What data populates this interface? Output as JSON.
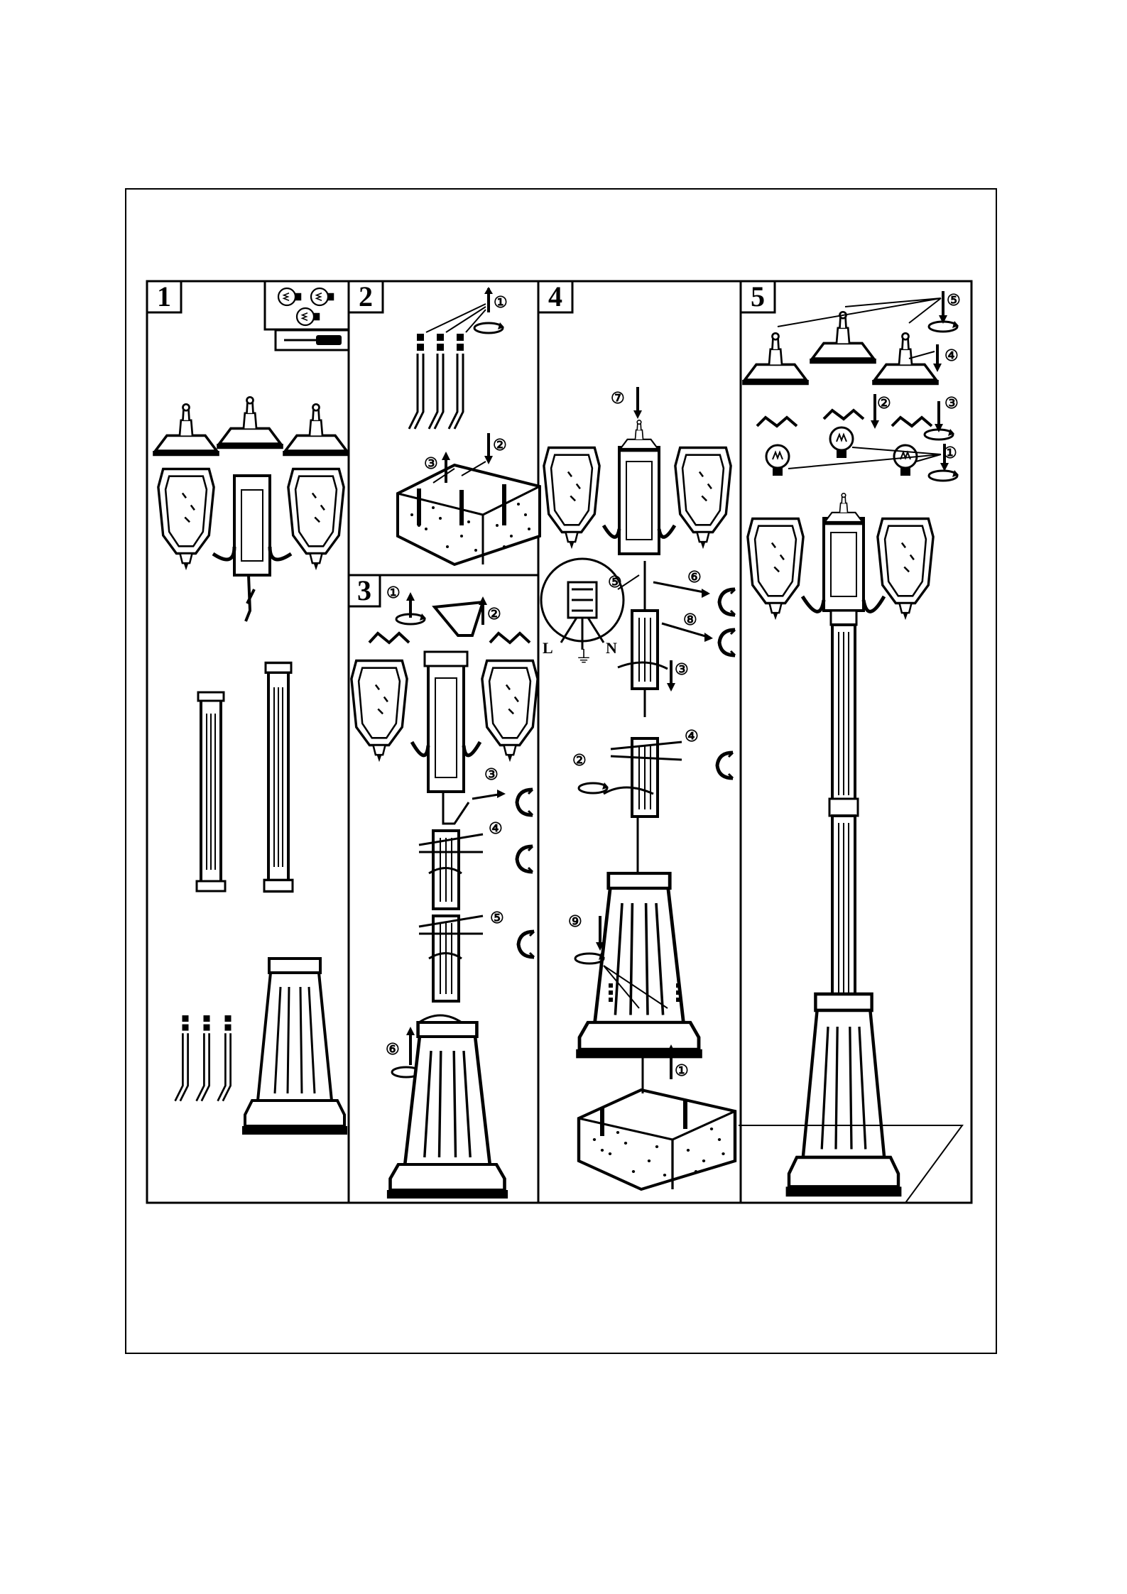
{
  "panels": [
    {
      "number": "1"
    },
    {
      "number": "2",
      "steps": [
        "①",
        "②",
        "③"
      ]
    },
    {
      "number": "3",
      "steps": [
        "①",
        "②",
        "③",
        "④",
        "⑤",
        "⑥"
      ]
    },
    {
      "number": "4",
      "steps": [
        "①",
        "②",
        "③",
        "④",
        "⑤",
        "⑥",
        "⑦",
        "⑧",
        "⑨"
      ],
      "wire_labels": [
        "L",
        "N"
      ]
    },
    {
      "number": "5",
      "steps": [
        "①",
        "②",
        "③",
        "④",
        "⑤"
      ]
    }
  ],
  "colors": {
    "ink": "#000000",
    "paper": "#ffffff"
  },
  "icons": [
    "bulb-icon",
    "screwdriver-icon",
    "clip-icon",
    "rotate-arrow-icon",
    "ground-icon"
  ]
}
